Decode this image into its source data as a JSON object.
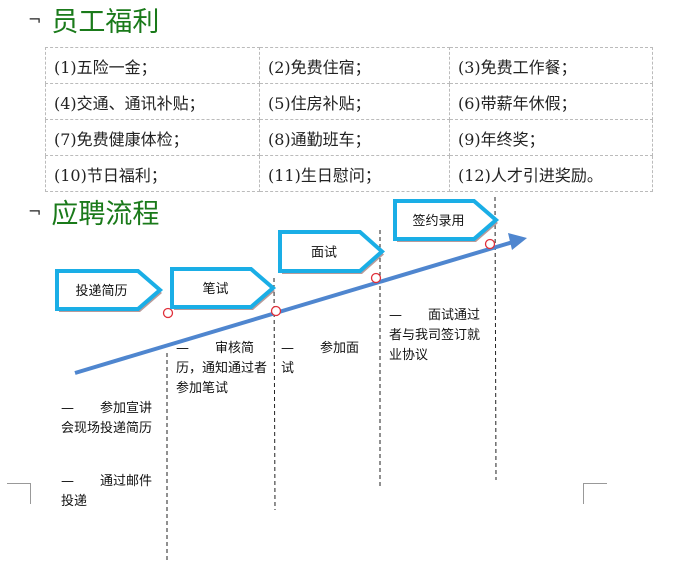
{
  "sections": {
    "benefits_title": "员工福利",
    "recruit_title": "应聘流程"
  },
  "benefits": [
    [
      "(1)五险一金；",
      "(2)免费住宿；",
      "(3)免费工作餐；"
    ],
    [
      "(4)交通、通讯补贴；",
      "(5)住房补贴；",
      "(6)带薪年休假；"
    ],
    [
      "(7)免费健康体检；",
      "(8)通勤班车；",
      "(9)年终奖；"
    ],
    [
      "(10)节日福利；",
      "(11)生日慰问；",
      "(12)人才引进奖励。"
    ]
  ],
  "steps": [
    {
      "label": "投递简历"
    },
    {
      "label": "笔试"
    },
    {
      "label": "面试"
    },
    {
      "label": "签约录用"
    }
  ],
  "notes": {
    "resume_a": "—　　参加宣讲会现场投递简历",
    "resume_b": "—　　通过邮件投递",
    "exam": "—　　审核简历，通知通过者参加笔试",
    "interview": "—　　参加面试",
    "sign": "—　　面试通过者与我司签订就业协议"
  },
  "colors": {
    "title": "#1a7a1a",
    "chevron": "#1aaee6",
    "arrow": "#4f86cf",
    "marker": "#e0303a"
  }
}
